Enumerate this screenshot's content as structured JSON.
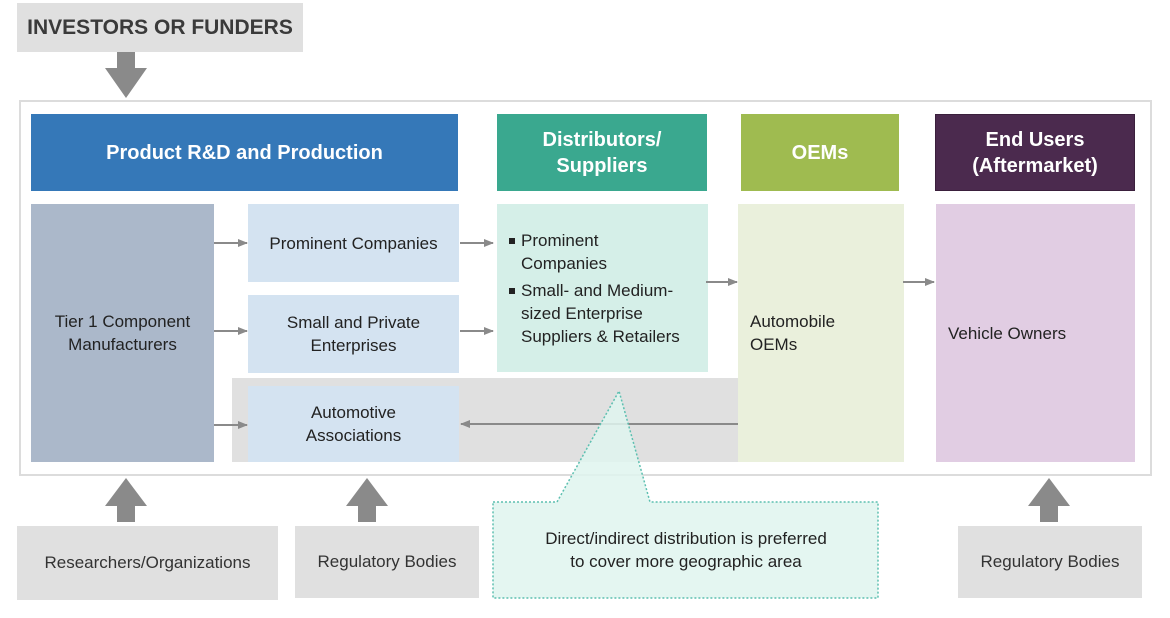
{
  "top_source": {
    "label": "INVESTORS OR FUNDERS"
  },
  "headers": {
    "rd": "Product R&D and Production",
    "distributors": [
      "Distributors/",
      "Suppliers"
    ],
    "oems": "OEMs",
    "end_users": [
      "End Users",
      "(Aftermarket)"
    ]
  },
  "rd": {
    "tier1": [
      "Tier 1 Component",
      "Manufacturers"
    ],
    "prominent": "Prominent Companies",
    "small_private": [
      "Small and Private",
      "Enterprises"
    ],
    "associations": [
      "Automotive",
      "Associations"
    ]
  },
  "distributors": {
    "items": [
      [
        "Prominent",
        "Companies"
      ],
      [
        "Small- and Medium-",
        "sized Enterprise",
        "Suppliers & Retailers"
      ]
    ]
  },
  "oems": {
    "body": [
      "Automobile",
      "OEMs"
    ]
  },
  "end_users": {
    "body": "Vehicle Owners"
  },
  "callout": {
    "lines": [
      "Direct/indirect distribution is preferred",
      "to cover more geographic area"
    ]
  },
  "bottom_sources": {
    "researchers": "Researchers/Organizations",
    "regulatory_1": "Regulatory Bodies",
    "regulatory_2": "Regulatory Bodies"
  },
  "colors": {
    "rd_header": "#3578b8",
    "distributors_header": "#3aa88f",
    "oems_header": "#9fbb50",
    "end_users_header": "#4b2a4e",
    "tier1_fill": "#abb8ca",
    "light_blue_fill": "#d4e3f1",
    "distributors_fill": "#d5efe8",
    "oems_fill": "#eaf0dc",
    "end_users_fill": "#e1cde3",
    "callout_fill": "#dff5ef",
    "callout_border": "#5cbfb0",
    "arrow": "#8a8a8a"
  }
}
